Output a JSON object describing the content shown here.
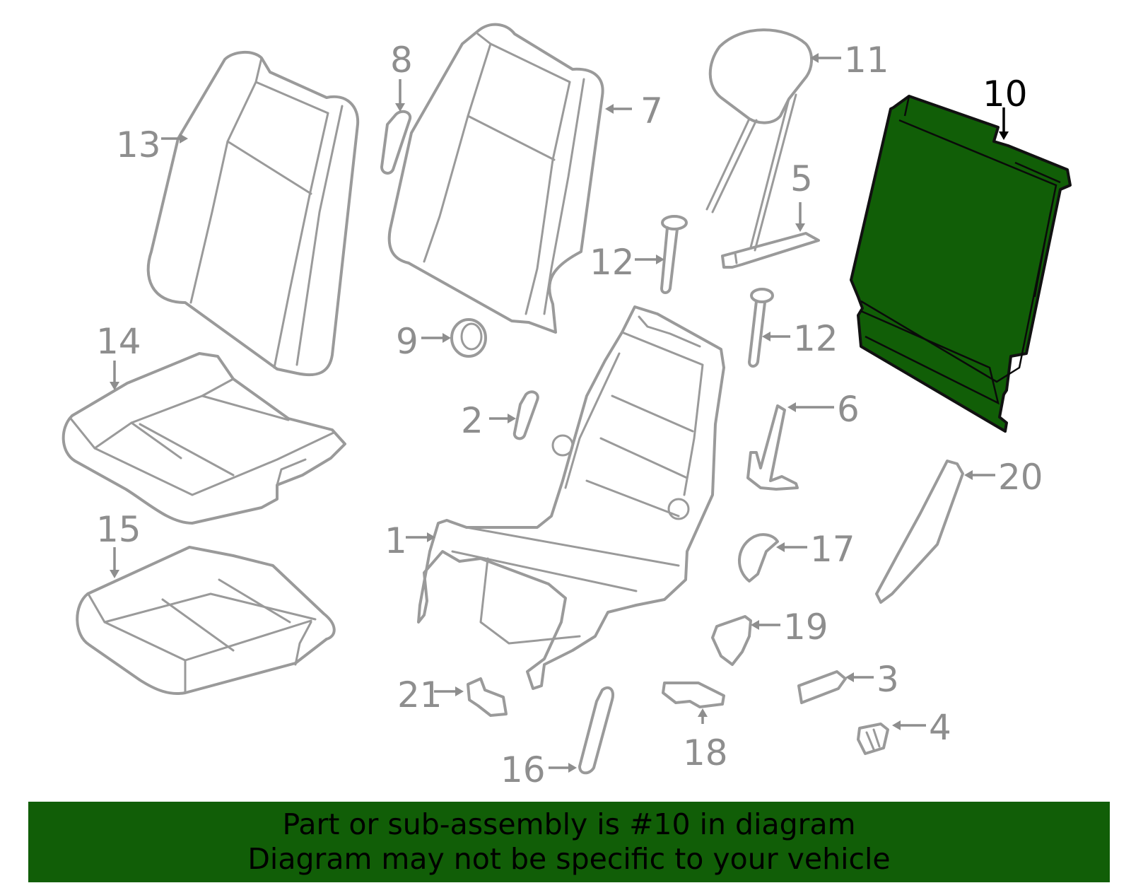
{
  "colors": {
    "highlight": "#115e07",
    "outline": "#9a9a9a",
    "label": "#8e8e8e",
    "banner": "#115e07"
  },
  "highlighted_part": "10",
  "callouts": {
    "c1": "1",
    "c2": "2",
    "c3": "3",
    "c4": "4",
    "c5": "5",
    "c6": "6",
    "c7": "7",
    "c8": "8",
    "c9": "9",
    "c10": "10",
    "c11": "11",
    "c12a": "12",
    "c12b": "12",
    "c13": "13",
    "c14": "14",
    "c15": "15",
    "c16": "16",
    "c17": "17",
    "c18": "18",
    "c19": "19",
    "c20": "20",
    "c21": "21"
  },
  "banner": {
    "line1": "Part or sub-assembly is #10 in diagram",
    "line2": "Diagram may not be specific to your vehicle"
  }
}
